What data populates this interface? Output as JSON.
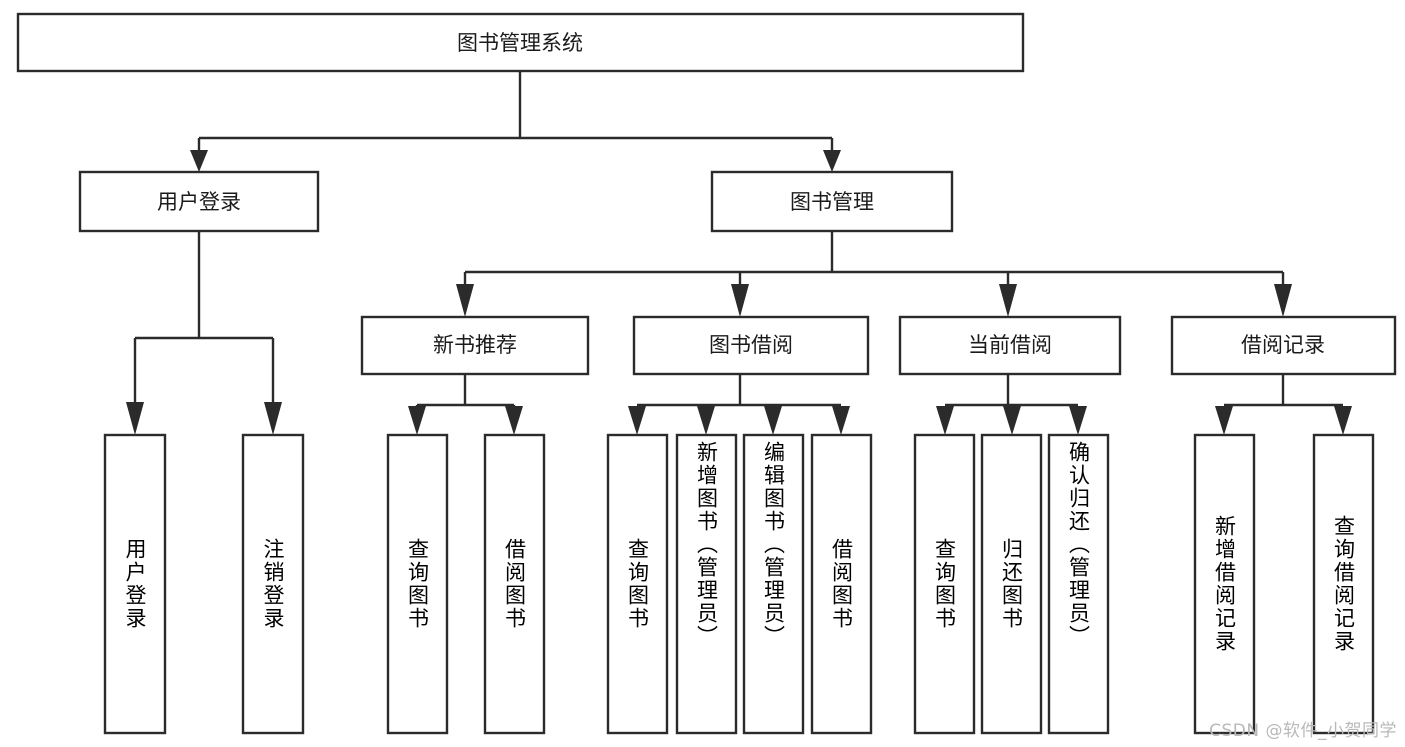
{
  "diagram": {
    "type": "tree",
    "title": "图书管理系统",
    "root": {
      "id": "root",
      "label": "图书管理系统"
    },
    "level2": [
      {
        "id": "user-login",
        "label": "用户登录"
      },
      {
        "id": "book-management",
        "label": "图书管理"
      }
    ],
    "level3": [
      {
        "id": "new-book-recommend",
        "label": "新书推荐",
        "parent": "book-management"
      },
      {
        "id": "book-borrow",
        "label": "图书借阅",
        "parent": "book-management"
      },
      {
        "id": "current-borrow",
        "label": "当前借阅",
        "parent": "book-management"
      },
      {
        "id": "borrow-record",
        "label": "借阅记录",
        "parent": "book-management"
      }
    ],
    "leaves": [
      {
        "id": "leaf-user-login",
        "label": "用户登录",
        "parent": "user-login"
      },
      {
        "id": "leaf-user-logout",
        "label": "注销登录",
        "parent": "user-login"
      },
      {
        "id": "leaf-query-book-1",
        "label": "查询图书",
        "parent": "new-book-recommend"
      },
      {
        "id": "leaf-borrow-book-1",
        "label": "借阅图书",
        "parent": "new-book-recommend"
      },
      {
        "id": "leaf-query-book-2",
        "label": "查询图书",
        "parent": "book-borrow"
      },
      {
        "id": "leaf-add-book",
        "label": "新增图书（管理员）",
        "parent": "book-borrow"
      },
      {
        "id": "leaf-edit-book",
        "label": "编辑图书（管理员）",
        "parent": "book-borrow"
      },
      {
        "id": "leaf-borrow-book-2",
        "label": "借阅图书",
        "parent": "book-borrow"
      },
      {
        "id": "leaf-query-book-3",
        "label": "查询图书",
        "parent": "current-borrow"
      },
      {
        "id": "leaf-return-book",
        "label": "归还图书",
        "parent": "current-borrow"
      },
      {
        "id": "leaf-confirm-return",
        "label": "确认归还（管理员）",
        "parent": "current-borrow"
      },
      {
        "id": "leaf-add-record",
        "label": "新增借阅记录",
        "parent": "borrow-record"
      },
      {
        "id": "leaf-query-record",
        "label": "查询借阅记录",
        "parent": "borrow-record"
      }
    ],
    "colors": {
      "background": "#ffffff",
      "box_fill": "#ffffff",
      "box_stroke": "#2b2b2b",
      "text": "#1b1b1b",
      "watermark": "#b9b9b9"
    }
  },
  "watermark": {
    "text": "CSDN @软件_小贺同学"
  }
}
